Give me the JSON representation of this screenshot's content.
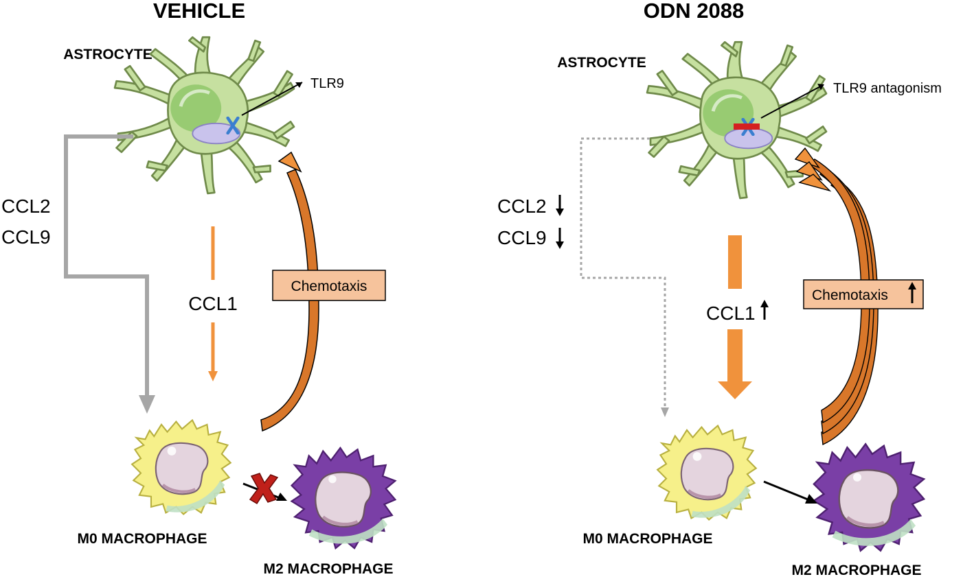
{
  "colors": {
    "astrocyte_fill": "#c6e0a0",
    "astrocyte_stroke": "#6f8a4a",
    "nucleus": "#8fc76a",
    "m0_fill": "#f6f08a",
    "m2_fill": "#7a3fa6",
    "orange": "#f0923c",
    "orange_dark": "#d9772a",
    "chemotaxis_box": "#f6c39c",
    "gray_arrow": "#a6a6a6",
    "red_x": "#c0201a",
    "tlr9_blue": "#3a7fd0",
    "antagonist_bar": "#d42020"
  },
  "vehicle": {
    "title": "VEHICLE",
    "astrocyte_label": "ASTROCYTE",
    "receptor_label": "TLR9",
    "chemokine_a": "CCL2",
    "chemokine_b": "CCL9",
    "signal_label": "CCL1",
    "chemotaxis_label": "Chemotaxis",
    "m0_label": "M0 MACROPHAGE",
    "m2_label": "M2 MACROPHAGE",
    "polarization_blocked": true
  },
  "odn": {
    "title": "ODN 2088",
    "astrocyte_label": "ASTROCYTE",
    "receptor_label": "TLR9 antagonism",
    "chemokine_a": "CCL2",
    "chemokine_b": "CCL9",
    "signal_label": "CCL1",
    "chemotaxis_label": "Chemotaxis",
    "m0_label": "M0 MACROPHAGE",
    "m2_label": "M2 MACROPHAGE",
    "polarization_blocked": false
  }
}
